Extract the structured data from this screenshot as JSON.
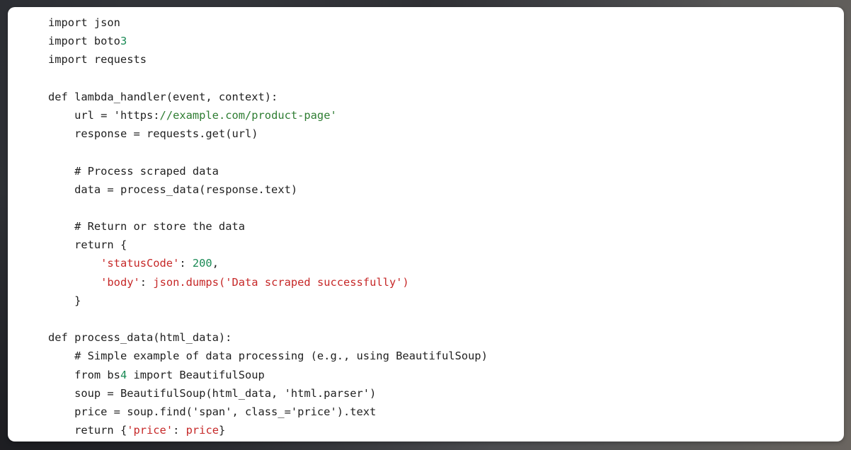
{
  "code_block": {
    "language": "python",
    "colors": {
      "default": "#1f1f1f",
      "string": "#c62828",
      "number": "#1a8a55",
      "url": "#2e7d32",
      "card_background": "#ffffff"
    },
    "lines": [
      {
        "indent": "",
        "tokens": [
          {
            "type": "default",
            "text": "import json"
          }
        ]
      },
      {
        "indent": "",
        "tokens": [
          {
            "type": "default",
            "text": "import boto"
          },
          {
            "type": "number",
            "text": "3"
          }
        ]
      },
      {
        "indent": "",
        "tokens": [
          {
            "type": "default",
            "text": "import requests"
          }
        ]
      },
      {
        "indent": "",
        "tokens": []
      },
      {
        "indent": "",
        "tokens": [
          {
            "type": "default",
            "text": "def lambda_handler(event, context):"
          }
        ]
      },
      {
        "indent": "    ",
        "tokens": [
          {
            "type": "default",
            "text": "url = 'https:"
          },
          {
            "type": "url",
            "text": "//example.com/product-page'"
          }
        ]
      },
      {
        "indent": "    ",
        "tokens": [
          {
            "type": "default",
            "text": "response = requests.get(url)"
          }
        ]
      },
      {
        "indent": "",
        "tokens": []
      },
      {
        "indent": "    ",
        "tokens": [
          {
            "type": "default",
            "text": "# Process scraped data"
          }
        ]
      },
      {
        "indent": "    ",
        "tokens": [
          {
            "type": "default",
            "text": "data = process_data(response.text)"
          }
        ]
      },
      {
        "indent": "",
        "tokens": []
      },
      {
        "indent": "    ",
        "tokens": [
          {
            "type": "default",
            "text": "# Return or store the data"
          }
        ]
      },
      {
        "indent": "    ",
        "tokens": [
          {
            "type": "default",
            "text": "return {"
          }
        ]
      },
      {
        "indent": "        ",
        "tokens": [
          {
            "type": "string",
            "text": "'statusCode'"
          },
          {
            "type": "default",
            "text": ": "
          },
          {
            "type": "number",
            "text": "200"
          },
          {
            "type": "default",
            "text": ","
          }
        ]
      },
      {
        "indent": "        ",
        "tokens": [
          {
            "type": "string",
            "text": "'body'"
          },
          {
            "type": "default",
            "text": ": "
          },
          {
            "type": "string",
            "text": "json.dumps('Data scraped successfully')"
          }
        ]
      },
      {
        "indent": "    ",
        "tokens": [
          {
            "type": "default",
            "text": "}"
          }
        ]
      },
      {
        "indent": "",
        "tokens": []
      },
      {
        "indent": "",
        "tokens": [
          {
            "type": "default",
            "text": "def process_data(html_data):"
          }
        ]
      },
      {
        "indent": "    ",
        "tokens": [
          {
            "type": "default",
            "text": "# Simple example of data processing (e.g., using BeautifulSoup)"
          }
        ]
      },
      {
        "indent": "    ",
        "tokens": [
          {
            "type": "default",
            "text": "from bs"
          },
          {
            "type": "number",
            "text": "4"
          },
          {
            "type": "default",
            "text": " import BeautifulSoup"
          }
        ]
      },
      {
        "indent": "    ",
        "tokens": [
          {
            "type": "default",
            "text": "soup = BeautifulSoup(html_data, 'html.parser')"
          }
        ]
      },
      {
        "indent": "    ",
        "tokens": [
          {
            "type": "default",
            "text": "price = soup.find('span', class_='price').text"
          }
        ]
      },
      {
        "indent": "    ",
        "tokens": [
          {
            "type": "default",
            "text": "return {"
          },
          {
            "type": "string",
            "text": "'price'"
          },
          {
            "type": "default",
            "text": ": "
          },
          {
            "type": "string",
            "text": "price"
          },
          {
            "type": "default",
            "text": "}"
          }
        ]
      }
    ]
  }
}
